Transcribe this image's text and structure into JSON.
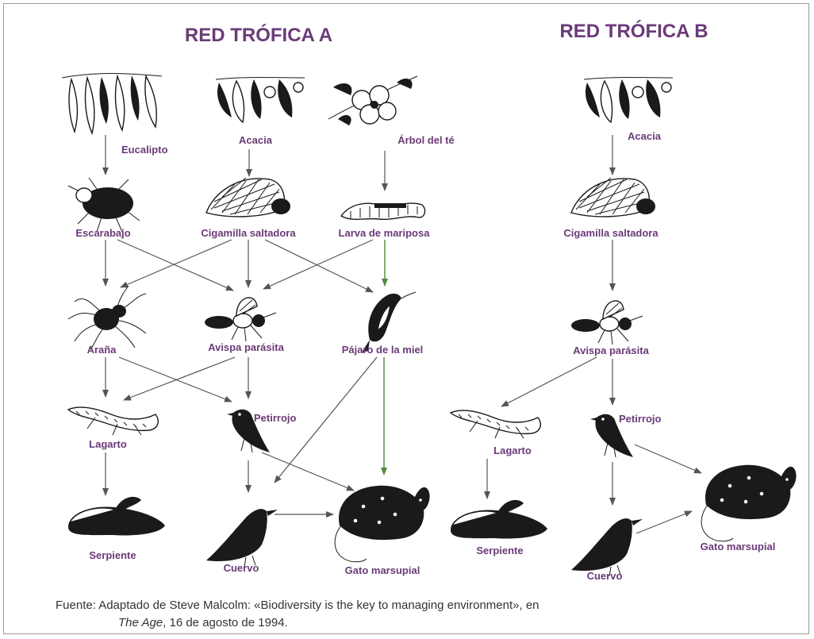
{
  "titles": {
    "web_a": "RED TRÓFICA A",
    "web_b": "RED TRÓFICA B"
  },
  "web_a": {
    "eucalipto": "Eucalipto",
    "acacia": "Acacia",
    "arbol_te": "Árbol del té",
    "escarabajo": "Escarabajo",
    "cigamilla": "Cigamilla saltadora",
    "larva": "Larva de mariposa",
    "arana": "Araña",
    "avispa": "Avispa parásita",
    "pajaro": "Pájaro de la miel",
    "lagarto": "Lagarto",
    "petirrojo": "Petirrojo",
    "serpiente": "Serpiente",
    "cuervo": "Cuervo",
    "gato": "Gato marsupial"
  },
  "web_b": {
    "acacia": "Acacia",
    "cigamilla": "Cigamilla saltadora",
    "avispa": "Avispa parásita",
    "lagarto": "Lagarto",
    "petirrojo": "Petirrojo",
    "serpiente": "Serpiente",
    "cuervo": "Cuervo",
    "gato": "Gato marsupial"
  },
  "source": {
    "prefix": "Fuente: Adaptado de Steve Malcolm: «Biodiversity is the key to managing environment», en",
    "publication": "The Age",
    "date": ", 16 de agosto de 1994."
  },
  "colors": {
    "label": "#6b3a78",
    "arrow": "#555555",
    "arrow_highlight": "#4f8a3a"
  }
}
